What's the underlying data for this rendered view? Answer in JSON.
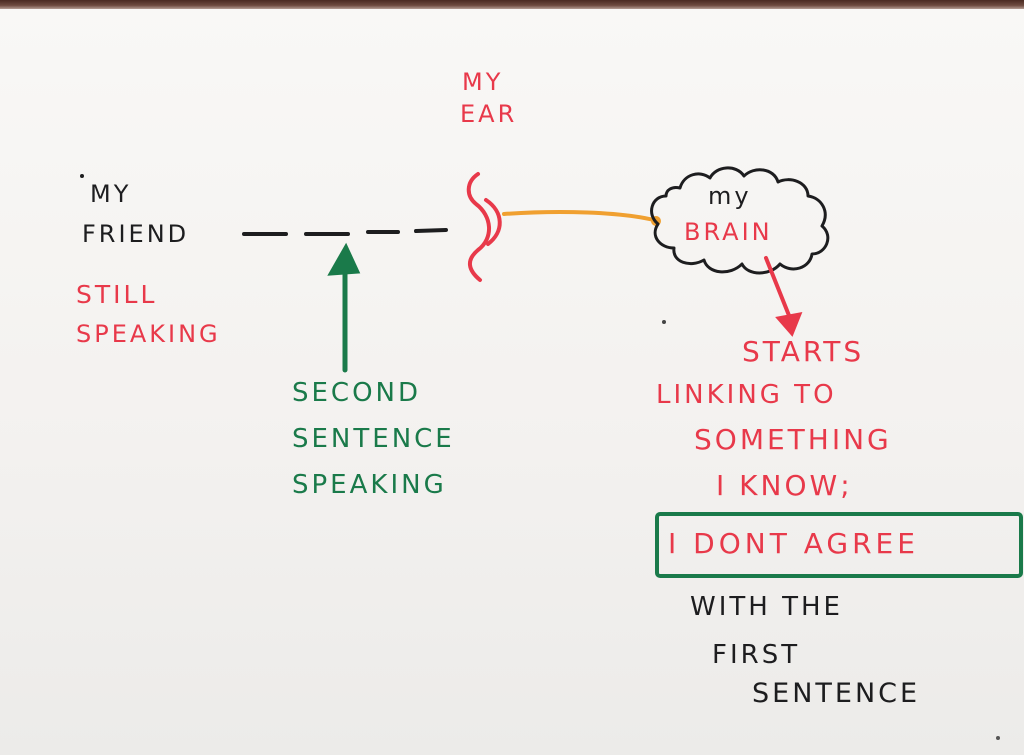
{
  "labels": {
    "my_ear": {
      "line1": "MY",
      "line2": "EAR"
    },
    "my_friend": {
      "line1": "MY",
      "line2": "FRIEND"
    },
    "still_speaking": {
      "line1": "STILL",
      "line2": "SPEAKING"
    },
    "second_sentence": {
      "line1": "SECOND",
      "line2": "SENTENCE",
      "line3": "SPEAKING"
    },
    "my_brain": {
      "line1": "my",
      "line2": "BRAIN"
    },
    "starts_linking": {
      "line1": "STARTS",
      "line2": "LINKING TO",
      "line3": "SOMETHING",
      "line4": "I KNOW;"
    },
    "boxed_text": "I DONT AGREE",
    "with_first": {
      "line1": "WITH THE",
      "line2": "FIRST",
      "line3": "SENTENCE"
    }
  },
  "colors": {
    "red_ink": "#e8394a",
    "black_ink": "#1d1d1f",
    "green_ink": "#1a7a4a",
    "orange_ink": "#f0a030",
    "paper": "#f6f5f3"
  }
}
